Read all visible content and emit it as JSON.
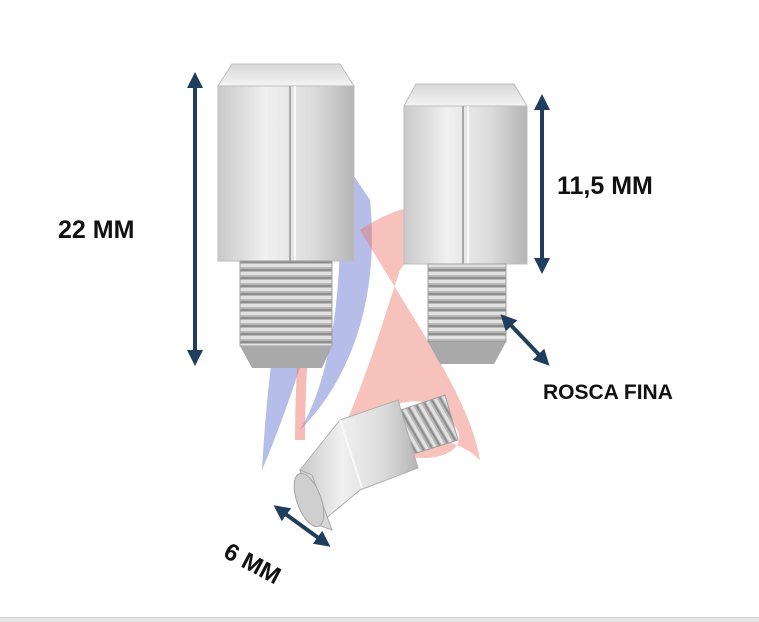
{
  "labels": {
    "length_total": "22 MM",
    "length_head": "11,5 MM",
    "thread": "ROSCA FINA",
    "diameter": "6 MM"
  },
  "colors": {
    "arrow": "#1f3d5c",
    "metal_light": "#eaeaea",
    "metal_mid": "#c8c8c8",
    "metal_dark": "#9a9a9a",
    "watermark_blue": "#4a5ec8",
    "watermark_red": "#e84a3a"
  },
  "icons": {
    "watermark": "brand-logo-watermark",
    "arrow": "double-arrow-icon"
  }
}
